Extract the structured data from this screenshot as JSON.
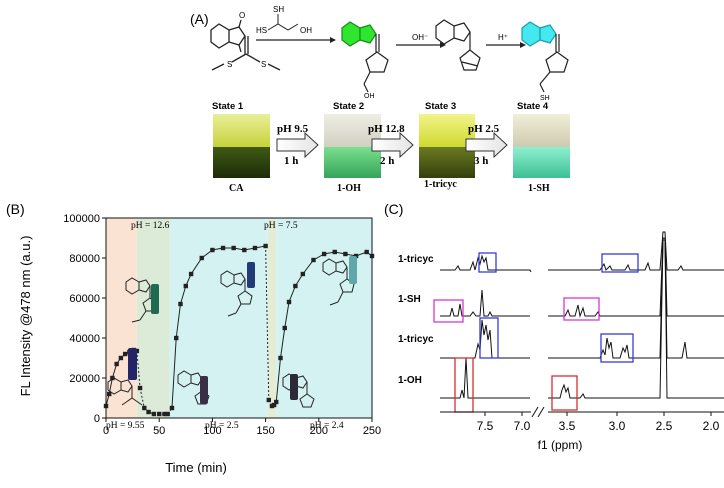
{
  "panel_a": {
    "label": "(A)",
    "reagents": {
      "r1": "SH",
      "r2": "HS",
      "r3": "OH",
      "oh": "OH⁻",
      "h": "H⁺"
    },
    "states": [
      "State 1",
      "State 2",
      "State 3",
      "State 4"
    ],
    "steps": [
      {
        "ph": "pH 9.5",
        "time": "1 h"
      },
      {
        "ph": "pH 12.8",
        "time": "2 h"
      },
      {
        "ph": "pH 2.5",
        "time": "3 h"
      }
    ],
    "samples": [
      "CA",
      "1-OH",
      "1-tricyc",
      "1-SH"
    ],
    "chem": {
      "o": "O",
      "s": "S",
      "sh": "SH",
      "oh": "OH"
    }
  },
  "panel_b": {
    "label": "(B)",
    "ph_labels": [
      "pH = 12.6",
      "pH = 7.5",
      "pH = 9.55",
      "pH = 2.5",
      "pH = 2.4"
    ]
  },
  "panel_c": {
    "label": "(C)",
    "traces": [
      "1-tricyc",
      "1-SH",
      "1-tricyc",
      "1-OH"
    ],
    "xlabel": "f1 (ppm)",
    "ticks": [
      "7.5",
      "7.0",
      "3.5",
      "3.0",
      "2.5",
      "2.0"
    ]
  },
  "chart_data": {
    "type": "scatter",
    "xlabel": "Time (min)",
    "ylabel": "FL Intensity @478 nm (a.u.)",
    "xlim": [
      0,
      250
    ],
    "ylim": [
      0,
      100000
    ],
    "xticks": [
      0,
      50,
      100,
      150,
      200,
      250
    ],
    "yticks": [
      0,
      20000,
      40000,
      60000,
      80000,
      100000
    ],
    "series": [
      {
        "values": [
          [
            0,
            6000
          ],
          [
            3,
            12000
          ],
          [
            6,
            20000
          ],
          [
            10,
            27000
          ],
          [
            14,
            30000
          ],
          [
            18,
            32000
          ],
          [
            22,
            33000
          ],
          [
            26,
            34000
          ],
          [
            29,
            33500
          ]
        ]
      },
      {
        "values": [
          [
            32,
            15000
          ],
          [
            36,
            5000
          ],
          [
            40,
            3000
          ],
          [
            45,
            2000
          ],
          [
            50,
            2000
          ],
          [
            55,
            2000
          ],
          [
            58,
            2000
          ]
        ]
      },
      {
        "values": [
          [
            62,
            5000
          ],
          [
            66,
            40000
          ],
          [
            70,
            57000
          ],
          [
            75,
            66000
          ],
          [
            80,
            72000
          ],
          [
            90,
            80000
          ],
          [
            100,
            84000
          ],
          [
            110,
            85000
          ],
          [
            120,
            85000
          ],
          [
            130,
            84000
          ],
          [
            140,
            85000
          ],
          [
            150,
            86000
          ]
        ]
      },
      {
        "values": [
          [
            153,
            9000
          ],
          [
            156,
            6000
          ],
          [
            158,
            6500
          ]
        ]
      },
      {
        "values": [
          [
            160,
            8000
          ],
          [
            164,
            30000
          ],
          [
            168,
            45000
          ],
          [
            172,
            58000
          ],
          [
            178,
            66000
          ],
          [
            185,
            72000
          ],
          [
            195,
            79000
          ],
          [
            205,
            82000
          ],
          [
            215,
            83000
          ],
          [
            225,
            82000
          ],
          [
            235,
            81000
          ],
          [
            245,
            83000
          ],
          [
            250,
            81000
          ]
        ]
      }
    ]
  }
}
